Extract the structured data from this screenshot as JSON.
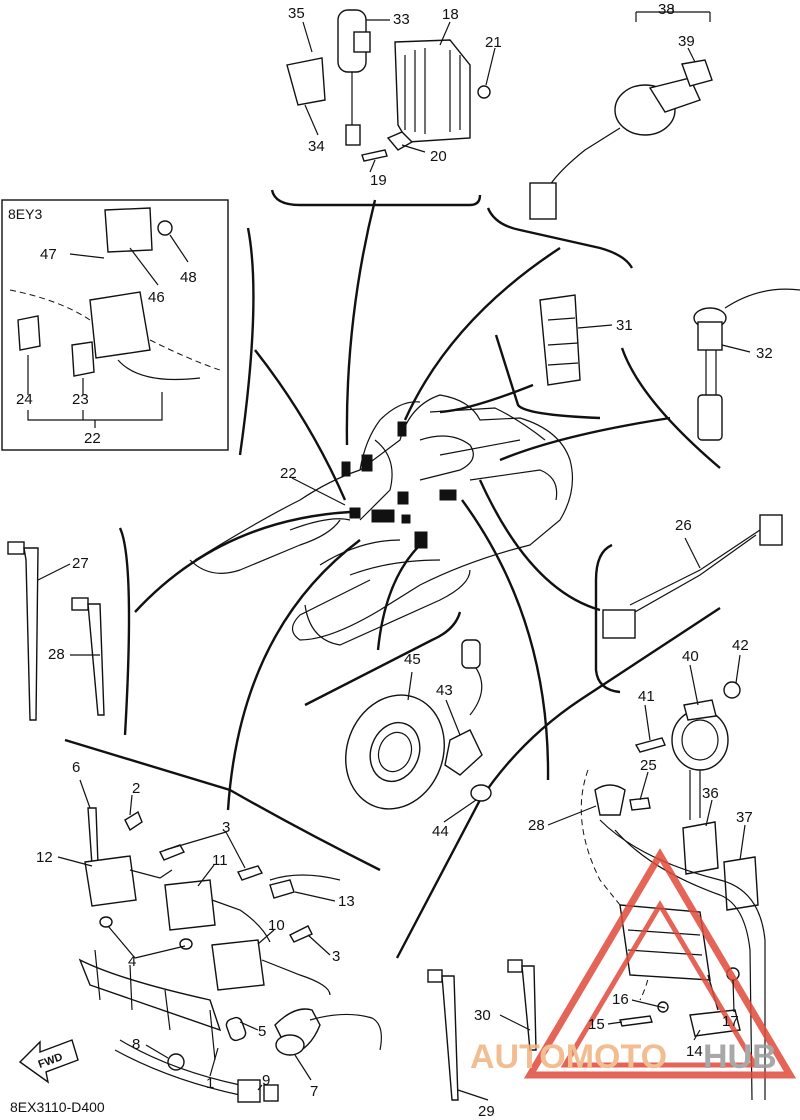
{
  "diagram": {
    "model_code": "8EX3110-D400",
    "inset_code": "8EY3",
    "fwd_label": "FWD",
    "watermark": {
      "part1": "AUTOMOTO",
      "part2": "HUB",
      "color1": "#f0b37e",
      "color2": "#9a9a9a",
      "triangle_color": "#e04a3a"
    },
    "labels": [
      {
        "id": "35",
        "text": "35"
      },
      {
        "id": "33",
        "text": "33"
      },
      {
        "id": "18",
        "text": "18"
      },
      {
        "id": "21",
        "text": "21"
      },
      {
        "id": "34",
        "text": "34"
      },
      {
        "id": "20",
        "text": "20"
      },
      {
        "id": "19",
        "text": "19"
      },
      {
        "id": "38",
        "text": "38"
      },
      {
        "id": "39",
        "text": "39"
      },
      {
        "id": "47",
        "text": "47"
      },
      {
        "id": "48",
        "text": "48"
      },
      {
        "id": "46",
        "text": "46"
      },
      {
        "id": "24",
        "text": "24"
      },
      {
        "id": "23",
        "text": "23"
      },
      {
        "id": "22a",
        "text": "22"
      },
      {
        "id": "31",
        "text": "31"
      },
      {
        "id": "32",
        "text": "32"
      },
      {
        "id": "22b",
        "text": "22"
      },
      {
        "id": "27",
        "text": "27"
      },
      {
        "id": "28a",
        "text": "28"
      },
      {
        "id": "26",
        "text": "26"
      },
      {
        "id": "45",
        "text": "45"
      },
      {
        "id": "43",
        "text": "43"
      },
      {
        "id": "44",
        "text": "44"
      },
      {
        "id": "40",
        "text": "40"
      },
      {
        "id": "42",
        "text": "42"
      },
      {
        "id": "41",
        "text": "41"
      },
      {
        "id": "25",
        "text": "25"
      },
      {
        "id": "36",
        "text": "36"
      },
      {
        "id": "37",
        "text": "37"
      },
      {
        "id": "28b",
        "text": "28"
      },
      {
        "id": "6",
        "text": "6"
      },
      {
        "id": "2",
        "text": "2"
      },
      {
        "id": "3a",
        "text": "3"
      },
      {
        "id": "12",
        "text": "12"
      },
      {
        "id": "11",
        "text": "11"
      },
      {
        "id": "13",
        "text": "13"
      },
      {
        "id": "10",
        "text": "10"
      },
      {
        "id": "3b",
        "text": "3"
      },
      {
        "id": "4",
        "text": "4"
      },
      {
        "id": "5",
        "text": "5"
      },
      {
        "id": "8",
        "text": "8"
      },
      {
        "id": "1",
        "text": "1"
      },
      {
        "id": "7",
        "text": "7"
      },
      {
        "id": "9",
        "text": "9"
      },
      {
        "id": "30",
        "text": "30"
      },
      {
        "id": "29",
        "text": "29"
      },
      {
        "id": "16",
        "text": "16"
      },
      {
        "id": "15",
        "text": "15"
      },
      {
        "id": "17",
        "text": "17"
      },
      {
        "id": "14",
        "text": "14"
      }
    ]
  }
}
